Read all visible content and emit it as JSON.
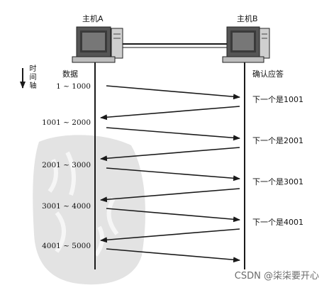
{
  "hosts": {
    "a_label": "主机A",
    "b_label": "主机B"
  },
  "time_axis_chars": [
    "时",
    "间",
    "轴"
  ],
  "column_headers": {
    "data": "数据",
    "ack": "确认应答"
  },
  "segments": [
    "1 ~ 1000",
    "1001 ~ 2000",
    "2001 ~ 3000",
    "3001 ~ 4000",
    "4001 ~ 5000"
  ],
  "acks": [
    "下一个是1001",
    "下一个是2001",
    "下一个是3001",
    "下一个是4001"
  ],
  "watermark": "CSDN @柒柒要开心",
  "colors": {
    "line": "#1a1a1a",
    "monitor": "#444444",
    "stamp": "#d9d9d9"
  }
}
